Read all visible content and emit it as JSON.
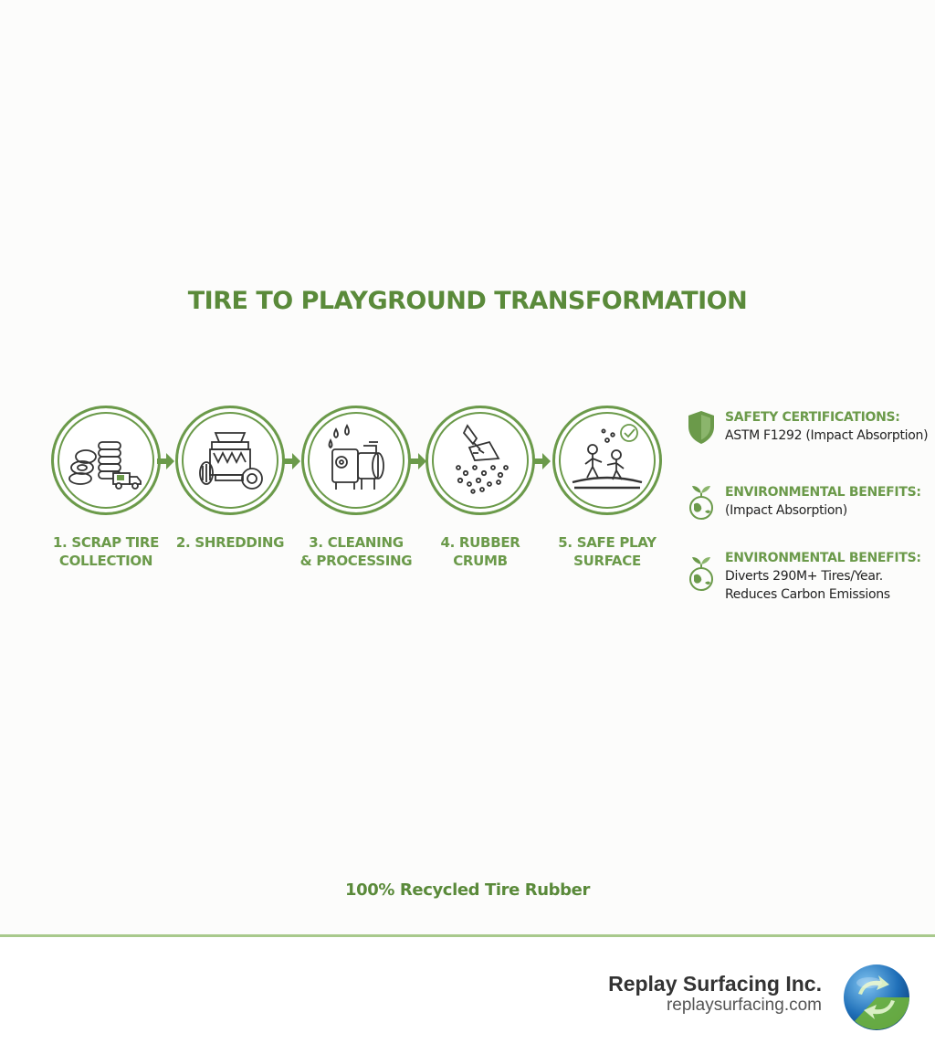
{
  "title": "TIRE TO PLAYGROUND TRANSFORMATION",
  "steps": [
    {
      "icon": "tire-pile-truck-icon",
      "lines": [
        "1. SCRAP TIRE",
        "COLLECTION"
      ]
    },
    {
      "icon": "shredder-icon",
      "lines": [
        "2. SHREDDING"
      ]
    },
    {
      "icon": "cleaning-machine-icon",
      "lines": [
        "3. CLEANING",
        "& PROCESSING"
      ]
    },
    {
      "icon": "rubber-crumb-icon",
      "lines": [
        "4. RUBBER",
        "CRUMB"
      ]
    },
    {
      "icon": "playground-icon",
      "lines": [
        "5. SAFE PLAY",
        "SURFACE"
      ]
    }
  ],
  "benefits": [
    {
      "icon": "shield-icon",
      "heading": "SAFETY CERTIFICATIONS:",
      "lines": [
        "ASTM F1292 (Impact Absorption)"
      ]
    },
    {
      "icon": "earth-leaf-icon",
      "heading": "ENVIRONMENTAL BENEFITS:",
      "lines": [
        "(Impact Absorption)"
      ]
    },
    {
      "icon": "earth-leaf-icon",
      "heading": "ENVIRONMENTAL BENEFITS:",
      "lines": [
        "Diverts 290M+ Tires/Year.",
        "Reduces Carbon Emissions"
      ]
    }
  ],
  "bottom_note": "100% Recycled Tire Rubber",
  "footer": {
    "company": "Replay Surfacing Inc.",
    "url": "replaysurfacing.com",
    "logo_icon": "recycle-globe-logo-icon"
  },
  "colors": {
    "accent": "#6b9a4a",
    "title": "#5a8a3a",
    "divider": "#a8c98c"
  }
}
